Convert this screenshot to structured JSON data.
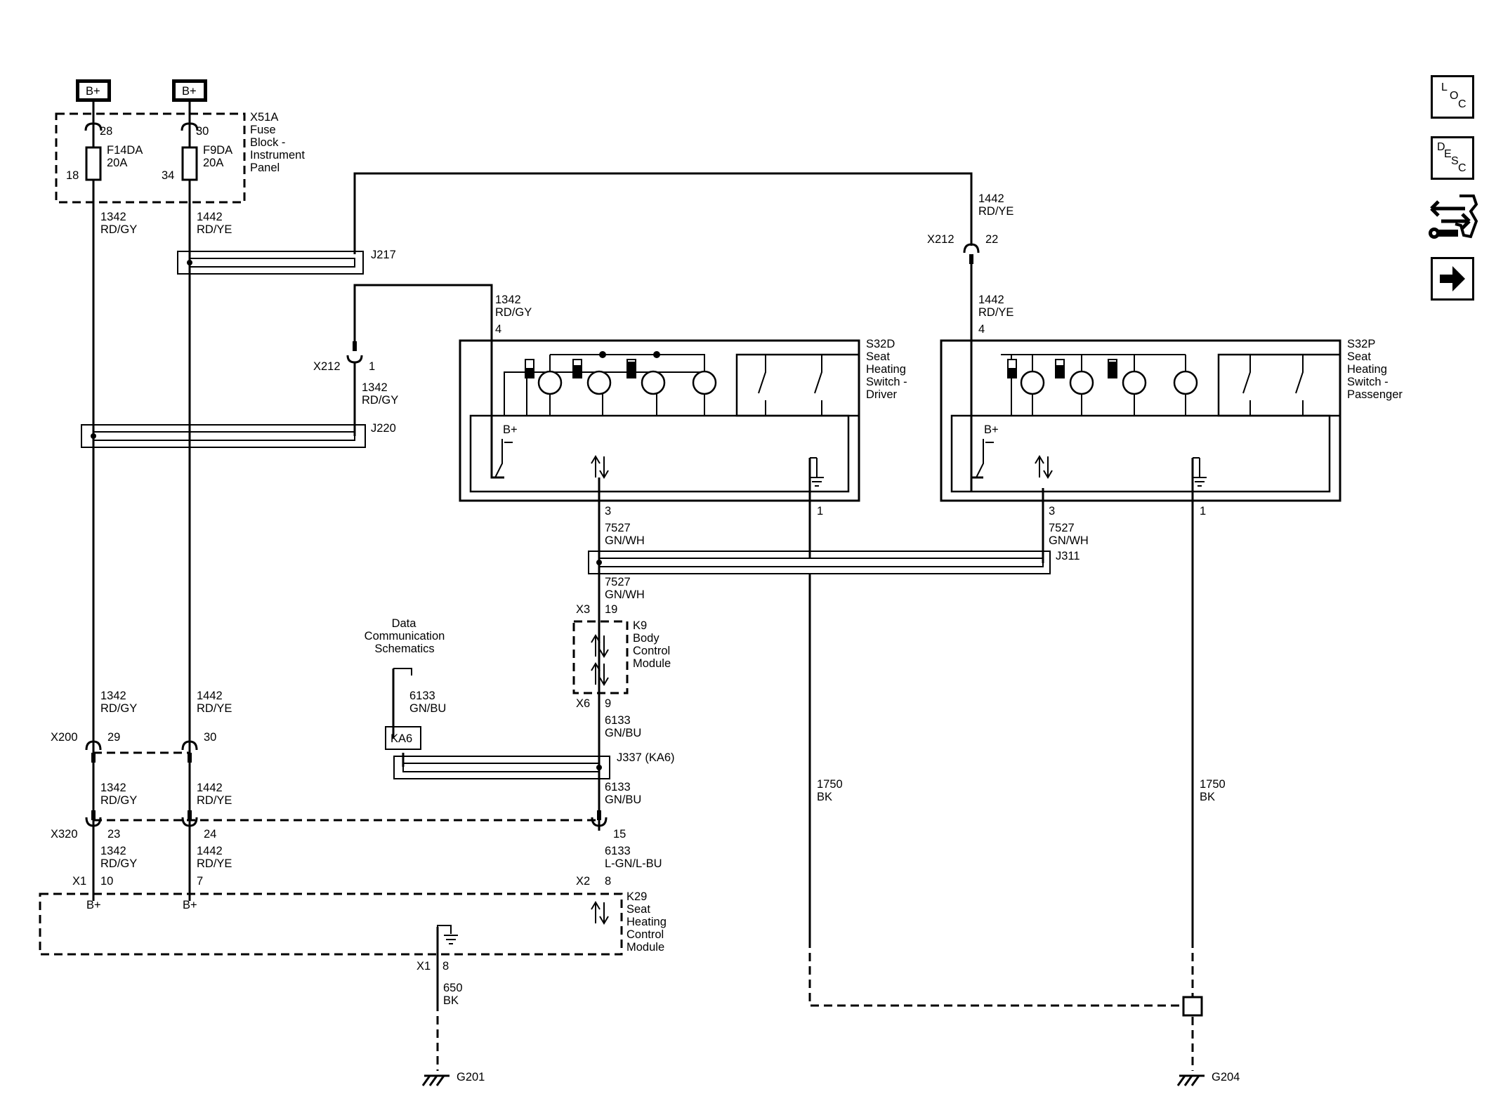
{
  "toolbar": {
    "loc": [
      "L",
      "O",
      "C"
    ],
    "desc": [
      "D",
      "E",
      "S",
      "C"
    ],
    "icons": [
      "loc-icon",
      "desc-icon",
      "connector-repair-icon",
      "next-arrow-icon"
    ]
  },
  "power": {
    "left": "B+",
    "right": "B+"
  },
  "fuse_block": {
    "id": "X51A",
    "name": [
      "Fuse",
      "Block -",
      "Instrument",
      "Panel"
    ],
    "f1": {
      "term_in": "28",
      "term_out": "18",
      "name": "F14DA",
      "rating": "20A"
    },
    "f2": {
      "term_in": "30",
      "term_out": "34",
      "name": "F9DA",
      "rating": "20A"
    }
  },
  "wires": {
    "c1342": "1342",
    "rdgy": "RD/GY",
    "c1442": "1442",
    "rdye": "RD/YE",
    "c7527": "7527",
    "gnwh": "GN/WH",
    "c6133": "6133",
    "gnbu": "GN/BU",
    "lgnlbu": "L-GN/L-BU",
    "c1750": "1750",
    "bk": "BK",
    "c650": "650"
  },
  "splices": {
    "j217": "J217",
    "j220": "J220",
    "j311": "J311",
    "j337": "J337  (KA6)",
    "ka6": "KA6"
  },
  "connectors": {
    "x212": "X212",
    "x212_pin_a": "22",
    "x212_pin_b": "1",
    "x200": "X200",
    "x200_p1": "29",
    "x200_p2": "30",
    "x320": "X320",
    "x320_p1": "23",
    "x320_p2": "24",
    "x320_p3": "15",
    "x3": "X3",
    "x3_pin": "19",
    "x6": "X6",
    "x6_pin": "9",
    "x1": "X1",
    "x1_p1": "10",
    "x1_p2": "7",
    "x1_gnd": "8",
    "x2": "X2",
    "x2_pin": "8"
  },
  "switch_driver": {
    "name": [
      "S32D",
      "Seat",
      "Heating",
      "Switch -",
      "Driver"
    ],
    "pin_power": "4",
    "pin_data": "3",
    "pin_ground": "1",
    "bplus": "B+"
  },
  "switch_passenger": {
    "name": [
      "S32P",
      "Seat",
      "Heating",
      "Switch -",
      "Passenger"
    ],
    "pin_power": "4",
    "pin_data": "3",
    "pin_ground": "1",
    "bplus": "B+"
  },
  "bcm": {
    "name": [
      "K9",
      "Body",
      "Control",
      "Module"
    ]
  },
  "data_comm": {
    "text": [
      "Data",
      "Communication",
      "Schematics"
    ]
  },
  "seat_module": {
    "name": [
      "K29",
      "Seat",
      "Heating",
      "Control",
      "Module"
    ],
    "bplus": "B+"
  },
  "grounds": {
    "g201": "G201",
    "g204": "G204"
  }
}
